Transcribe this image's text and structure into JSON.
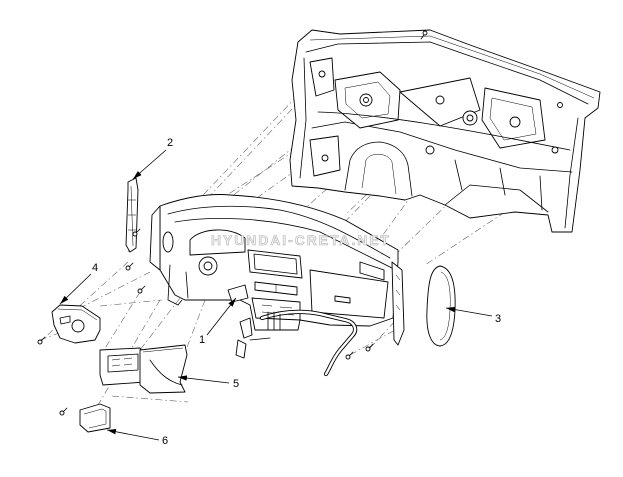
{
  "diagram": {
    "watermark": "HYUNDAI-CRETA.NET",
    "callouts": [
      "1",
      "2",
      "3",
      "4",
      "5",
      "6"
    ]
  },
  "colors": {
    "line": "#000000",
    "background": "#ffffff",
    "watermark_fill": "#f0f0f0",
    "watermark_outline": "#b5b5b5"
  }
}
